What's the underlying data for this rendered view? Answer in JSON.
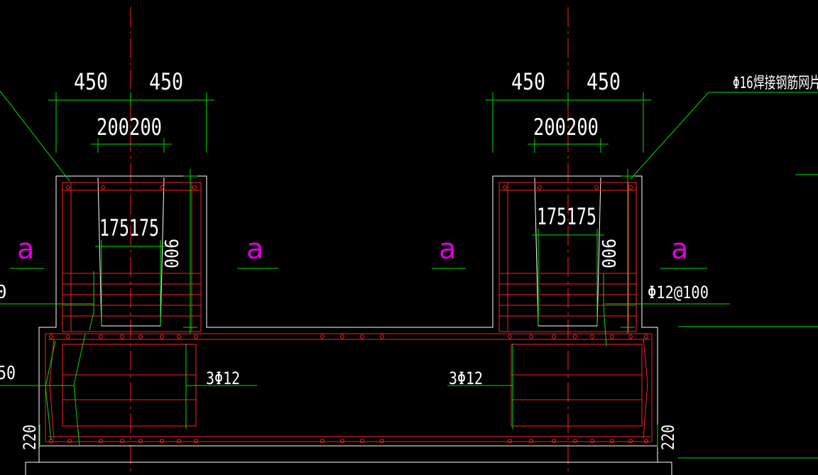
{
  "colors": {
    "background": "#000000",
    "outline": "#ffffff",
    "rebar": "#ff2020",
    "dimension": "#00e000",
    "centerline": "#ff2020",
    "section_mark": "#e000e0",
    "text": "#ffffff"
  },
  "left_column": {
    "dim_top_left": "450",
    "dim_top_right": "450",
    "dim_mid_left": "200",
    "dim_mid_right": "200",
    "dim_inner_left": "175",
    "dim_inner_right": "175",
    "dim_vertical": "900",
    "stirrup_label": "3Φ12",
    "section_left": "a",
    "section_right": "a"
  },
  "right_column": {
    "dim_top_left": "450",
    "dim_top_right": "450",
    "dim_mid_left": "200",
    "dim_mid_right": "200",
    "dim_inner_left": "175",
    "dim_inner_right": "175",
    "dim_vertical": "900",
    "stirrup_label": "3Φ12",
    "rebar_note": "Φ12@100",
    "mesh_note": "Φ16焊接钢筋网片",
    "section_left": "a",
    "section_right": "a"
  },
  "base": {
    "dim_left": "220",
    "dim_right": "220",
    "partial_left_1": "0",
    "partial_left_2": "50"
  }
}
